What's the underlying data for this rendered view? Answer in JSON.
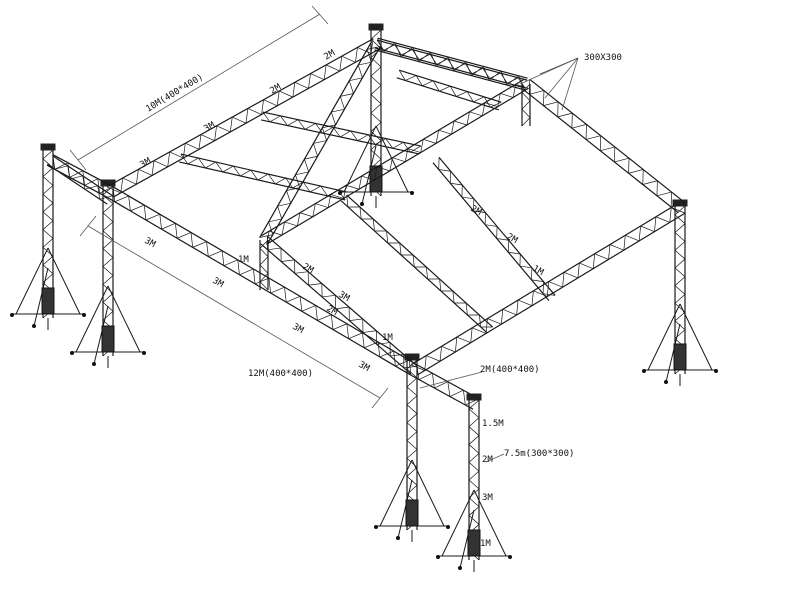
{
  "diagram": {
    "labels": {
      "dim_10m": "10M(400*400)",
      "dim_12m": "12M(400*400)",
      "truss_300": "300X300",
      "dim_2m_400": "2M(400*400)",
      "tower_7_5m": "7.5m(300*300)",
      "tower_1_5m": "1.5M",
      "tower_2m": "2M",
      "tower_3m": "3M",
      "tower_1m": "1M",
      "seg_2m_a": "2M",
      "seg_2m_b": "2M",
      "seg_3m_a": "3M",
      "seg_3m_b": "3M",
      "seg_3m_c": "3M",
      "seg_3m_d": "3M",
      "seg_3m_e": "3M",
      "seg_3m_f": "3M",
      "seg_1m_a": "1M",
      "seg_1m_b": "1M",
      "seg_1m_c": "1M",
      "seg_2m_c": "2M",
      "seg_2m_d": "2M",
      "seg_2m_e": "2M",
      "seg_2m_f": "2M",
      "seg_3m_g": "3M"
    }
  }
}
